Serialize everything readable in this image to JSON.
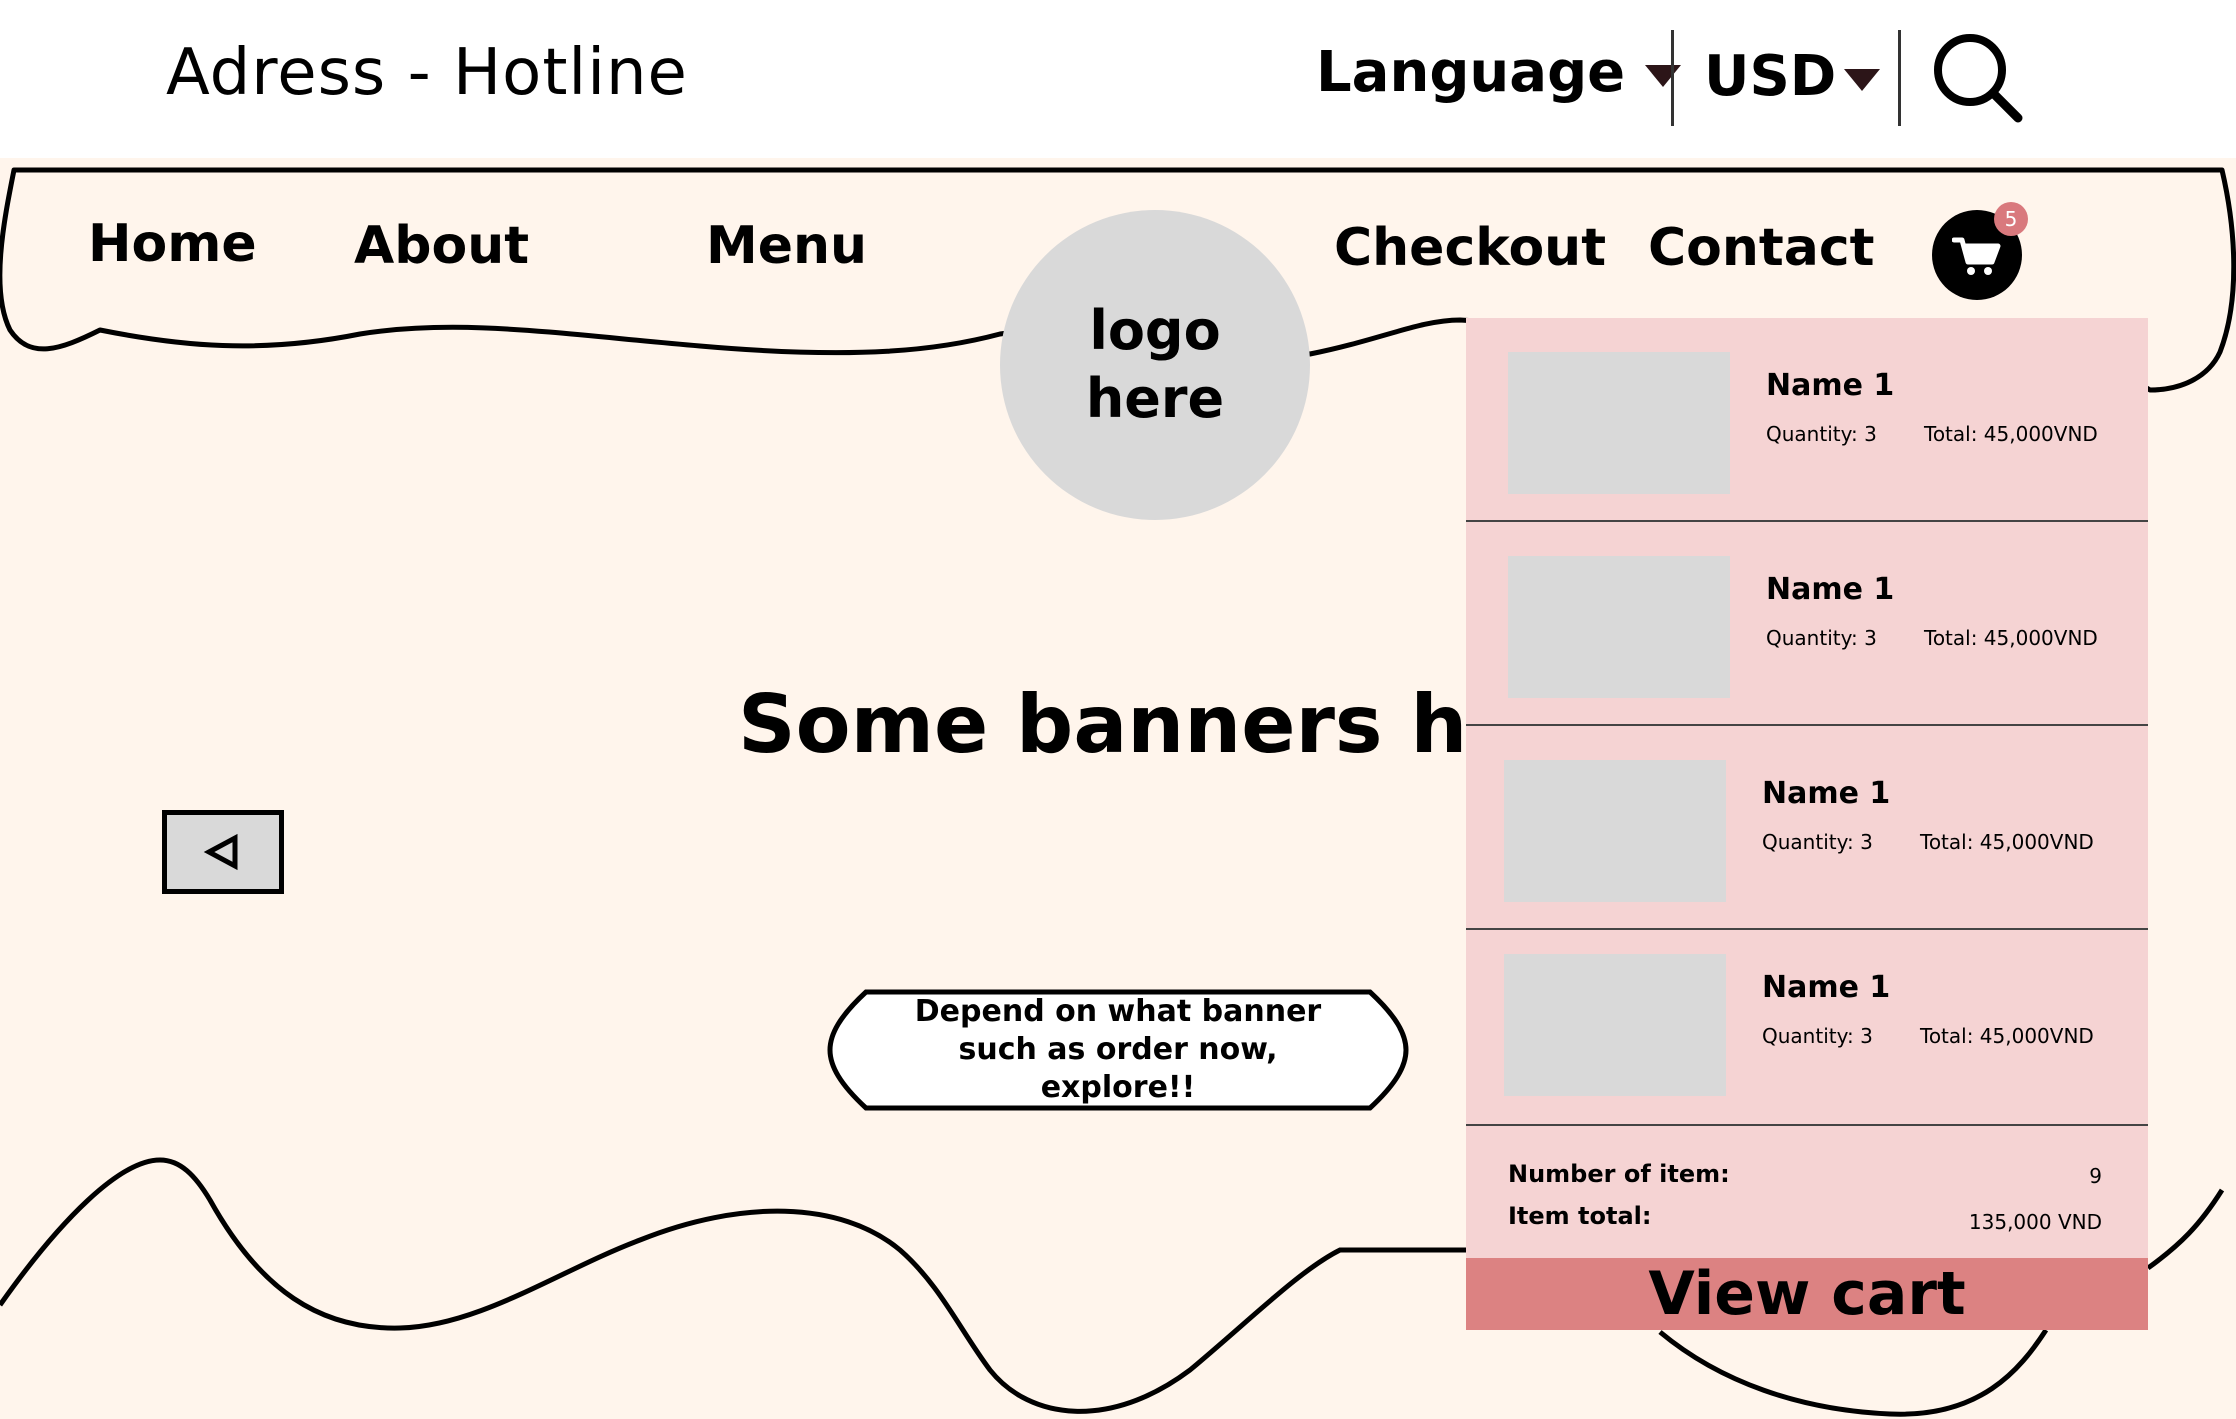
{
  "topbar": {
    "address": "Adress - Hotline",
    "language_label": "Language",
    "currency_label": "USD",
    "search_icon": "search-icon"
  },
  "nav": {
    "items": [
      {
        "label": "Home"
      },
      {
        "label": "About"
      },
      {
        "label": "Menu"
      },
      {
        "label": "Checkout"
      },
      {
        "label": "Contact"
      }
    ],
    "logo_text": "logo here",
    "cart_icon": "cart-icon",
    "cart_badge": "5"
  },
  "banner": {
    "title": "Some banners here",
    "prev_icon": "triangle-left-icon",
    "cta_text": "Depend on what banner such as order now, explore!!"
  },
  "cart": {
    "items": [
      {
        "name": "Name 1",
        "quantity": "Quantity: 3",
        "total": "Total: 45,000VND"
      },
      {
        "name": "Name 1",
        "quantity": "Quantity: 3",
        "total": "Total: 45,000VND"
      },
      {
        "name": "Name 1",
        "quantity": "Quantity: 3",
        "total": "Total: 45,000VND"
      },
      {
        "name": "Name 1",
        "quantity": "Quantity: 3",
        "total": "Total: 45,000VND"
      }
    ],
    "count_label": "Number of item:",
    "count_value": "9",
    "total_label": "Item total:",
    "total_value": "135,000 VND",
    "view_cart_label": "View cart"
  },
  "colors": {
    "background": "#fff5ec",
    "cart_panel": "#f5d3d3",
    "view_cart": "#dc8282",
    "badge": "#d9797d",
    "placeholder": "#d9d9d9"
  }
}
